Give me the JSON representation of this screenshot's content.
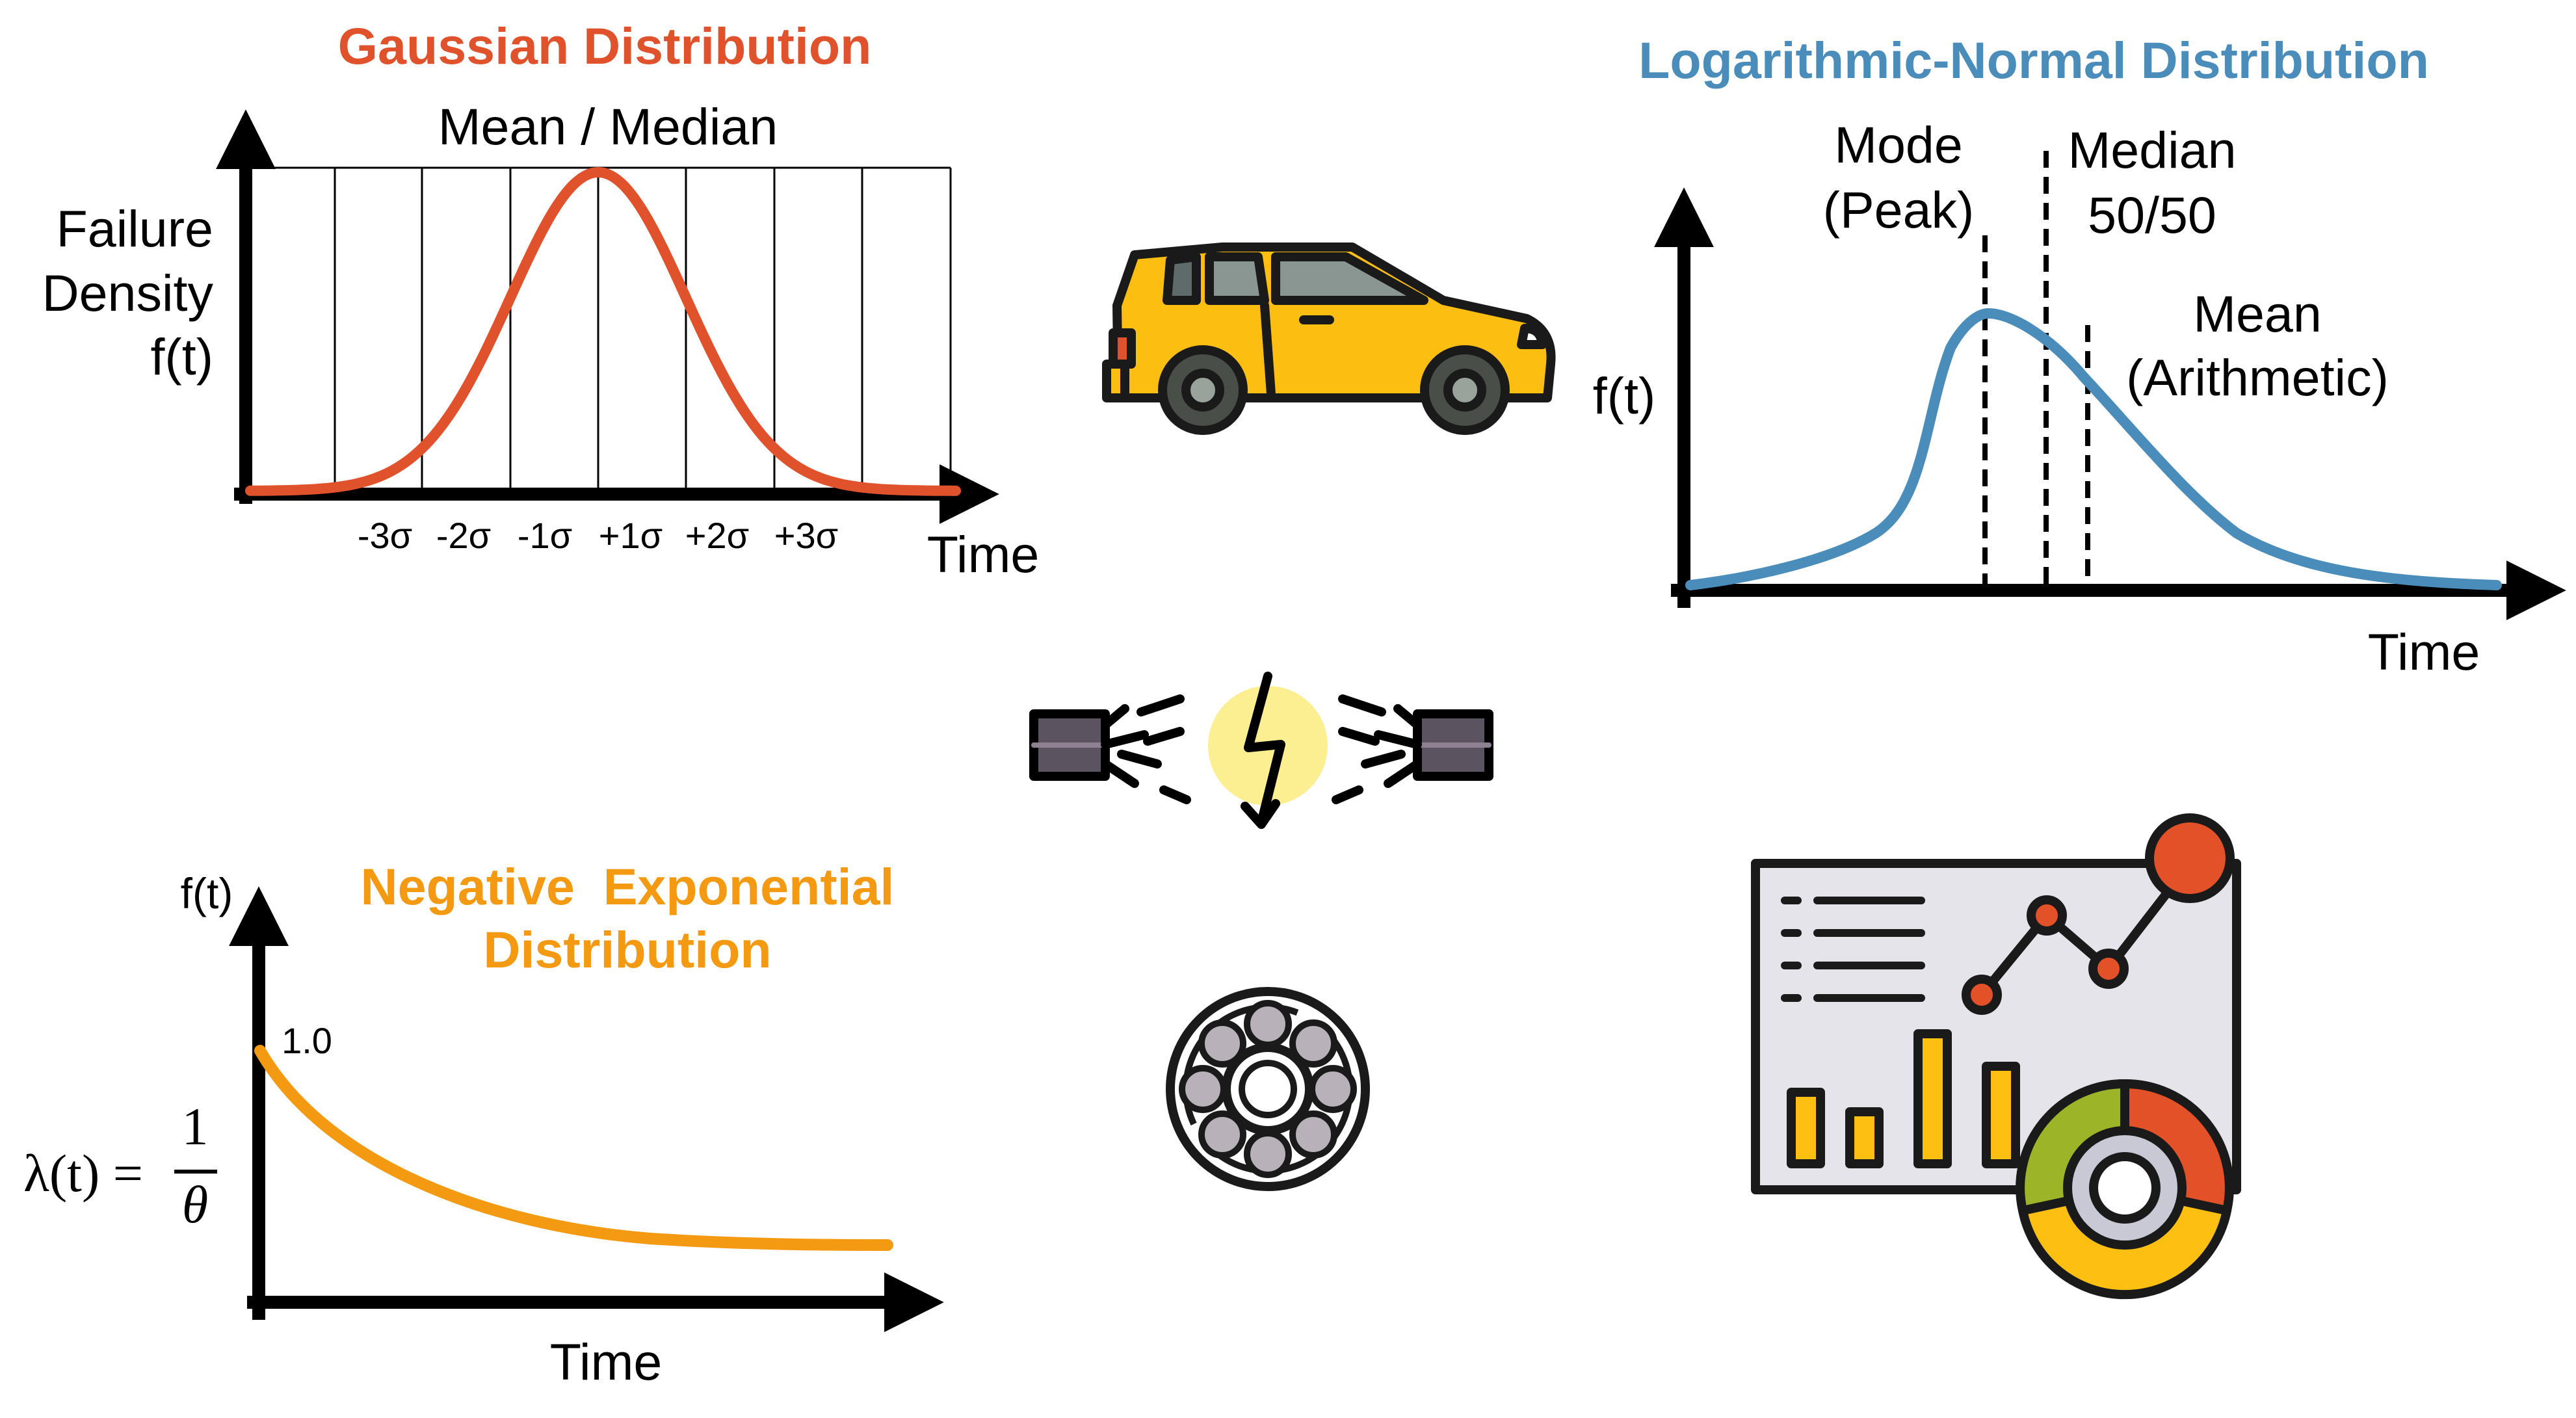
{
  "colors": {
    "gaussian": "#E0522B",
    "lognormal": "#4A8DBB",
    "exponential": "#F39A12",
    "car_body": "#FDBE12",
    "outline": "#1A1A1A",
    "spark": "#FCEF92",
    "dashboard_red": "#E25128",
    "dashboard_green": "#9CB427",
    "dashboard_yellow": "#FDC012",
    "panel_gray": "#E4E4EA"
  },
  "gaussian": {
    "title": "Gaussian Distribution",
    "peak_label": "Mean / Median",
    "ylabel_lines": [
      "Failure",
      "Density",
      "f(t)"
    ],
    "xlabel": "Time",
    "sigma_ticks": [
      "-3σ",
      "-2σ",
      "-1σ",
      "+1σ",
      "+2σ",
      "+3σ"
    ]
  },
  "lognormal": {
    "title": "Logarithmic-Normal Distribution",
    "ylabel": "f(t)",
    "xlabel": "Time",
    "mode_label": [
      "Mode",
      "(Peak)"
    ],
    "median_label": [
      "Median",
      "50/50"
    ],
    "mean_label": [
      "Mean",
      "(Arithmetic)"
    ]
  },
  "exponential": {
    "title_lines": [
      "Negative  Exponential",
      "Distribution"
    ],
    "ylabel": "f(t)",
    "start_value": "1.0",
    "xlabel": "Time",
    "formula_lhs": "λ(t) =",
    "formula_num": "1",
    "formula_den": "θ"
  },
  "icons": [
    "car-icon",
    "broken-cable-icon",
    "ball-bearing-icon",
    "analytics-dashboard-icon"
  ],
  "chart_data": [
    {
      "type": "line",
      "title": "Gaussian Distribution",
      "xlabel": "Time",
      "ylabel": "Failure Density f(t)",
      "x": [
        -4,
        -3,
        -2,
        -1,
        0,
        1,
        2,
        3,
        4
      ],
      "series": [
        {
          "values": [
            0.0003,
            0.0044,
            0.054,
            0.242,
            0.399,
            0.242,
            0.054,
            0.0044,
            0.0003
          ]
        }
      ],
      "x_ticks": [
        "-3σ",
        "-2σ",
        "-1σ",
        "+1σ",
        "+2σ",
        "+3σ"
      ],
      "annotation": "Mean / Median",
      "grid": true
    },
    {
      "type": "line",
      "title": "Logarithmic-Normal Distribution",
      "xlabel": "Time",
      "ylabel": "f(t)",
      "markers": [
        "Mode (Peak)",
        "Median 50/50",
        "Mean (Arithmetic)"
      ],
      "grid": false
    },
    {
      "type": "line",
      "title": "Negative  Exponential Distribution",
      "xlabel": "Time",
      "ylabel": "f(t)",
      "start_value": 1.0,
      "annotation": "λ(t) = 1/θ",
      "grid": false
    }
  ]
}
